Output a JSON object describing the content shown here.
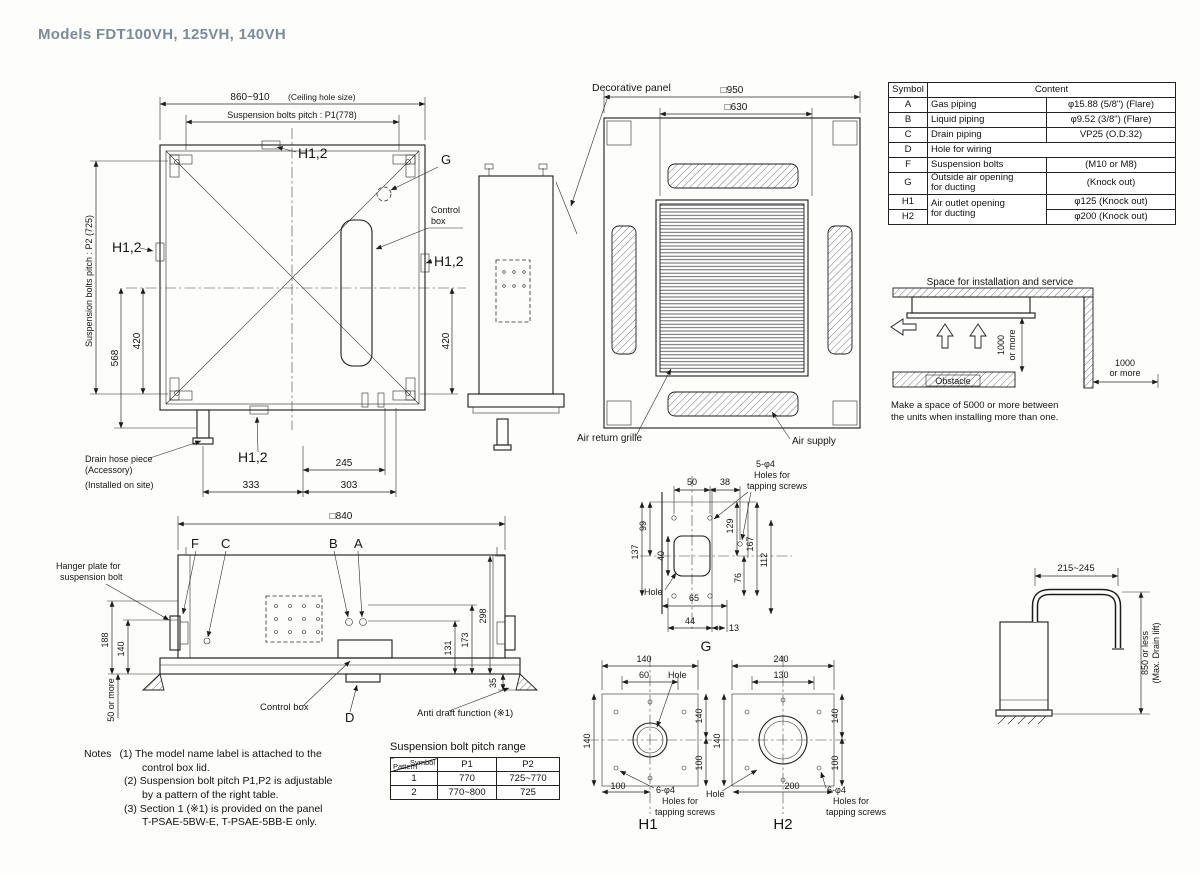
{
  "title": "Models  FDT100VH, 125VH, 140VH",
  "plan": {
    "dim_ceiling": "860~910",
    "dim_ceiling_note": "(Ceiling hole size)",
    "dim_p1": "Suspension bolts pitch : P1(778)",
    "dim_p2": "Suspension bolts pitch : P2 (725)",
    "h12_top": "H1,2",
    "h12_left": "H1,2",
    "h12_right": "H1,2",
    "h12_bottom": "H1,2",
    "g": "G",
    "control_1": "Control",
    "control_2": "box",
    "dim_420l": "420",
    "dim_568": "568",
    "dim_420r": "420",
    "drain_1": "Drain hose piece",
    "drain_2": "(Accessory)",
    "drain_3": "(Installed on site)",
    "dim_245": "245",
    "dim_333": "333",
    "dim_303": "303"
  },
  "side": {
    "decorative_panel": "Decorative panel"
  },
  "front": {
    "dim_950": "□950",
    "dim_630": "□630",
    "air_return": "Air return grille",
    "air_supply": "Air supply"
  },
  "symbol_table": {
    "h_symbol": "Symbol",
    "h_content": "Content",
    "rows": [
      {
        "s": "A",
        "n": "Gas piping",
        "v": "φ15.88 (5/8\") (Flare)"
      },
      {
        "s": "B",
        "n": "Liquid piping",
        "v": "φ9.52 (3/8\") (Flare)"
      },
      {
        "s": "C",
        "n": "Drain piping",
        "v": "VP25 (O.D.32)"
      },
      {
        "s": "D",
        "n": "Hole for wiring"
      },
      {
        "s": "F",
        "n": "Suspension bolts",
        "v": "(M10 or M8)"
      },
      {
        "s": "G",
        "n": "Outside air opening\nfor ducting",
        "v": "(Knock out)"
      },
      {
        "s": "H1",
        "n": "Air outlet opening\nfor ducting",
        "v": "φ125 (Knock out)"
      },
      {
        "s": "H2",
        "v": "φ200 (Knock out)"
      }
    ]
  },
  "service": {
    "title": "Space for installation and service",
    "v1000_a": "1000",
    "v1000_b": "or more",
    "r1000_a": "1000",
    "r1000_b": "or more",
    "obstacle": "Obstacle",
    "note_1": "Make a space of 5000 or more between",
    "note_2": "the units when installing more than one."
  },
  "section": {
    "dim_840": "□840",
    "f": "F",
    "c": "C",
    "b": "B",
    "a": "A",
    "hanger_1": "Hanger plate for",
    "hanger_2": "suspension bolt",
    "dim_188": "188",
    "dim_140": "140",
    "dim_298": "298",
    "dim_173": "173",
    "dim_131": "131",
    "dim_35": "35",
    "dim_50": "50 or more",
    "control_box": "Control box",
    "d": "D",
    "anti_draft": "Anti draft function (※1)"
  },
  "notes": {
    "heading": "Notes",
    "l1a": "(1) The model name label is attached to the",
    "l1b": "control box lid.",
    "l2a": "(2) Suspension bolt pitch P1,P2 is adjustable",
    "l2b": "by a pattern of the right table.",
    "l3a": "(3) Section 1 (※1) is provided on the panel",
    "l3b": "T-PSAE-5BW-E, T-PSAE-5BB-E only."
  },
  "pitch_table": {
    "title": "Suspension bolt pitch range",
    "h_symbol": "Symbol",
    "h_pattern": "Pattern",
    "h_p1": "P1",
    "h_p2": "P2",
    "rows": [
      {
        "pattern": "1",
        "p1": "770",
        "p2": "725~770"
      },
      {
        "pattern": "2",
        "p1": "770~800",
        "p2": "725"
      }
    ]
  },
  "detail_g": {
    "dim_50": "50",
    "dim_38": "38",
    "holes_1": "5-φ4",
    "holes_2": "Holes for",
    "holes_3": "tapping screws",
    "dim_99": "99",
    "dim_137": "137",
    "dim_40": "40",
    "dim_129": "129",
    "dim_167": "167",
    "dim_112": "112",
    "dim_76": "76",
    "hole": "Hole",
    "dim_65": "65",
    "dim_44": "44",
    "dim_13": "13",
    "label": "G"
  },
  "detail_h1": {
    "dim_140_top": "140",
    "dim_60": "60",
    "hole": "Hole",
    "dim_140_right": "140",
    "dim_100_right": "100",
    "dim_140_left": "140",
    "dim_100_bottom": "100",
    "holes_1": "6-φ4",
    "holes_2": "Holes for",
    "holes_3": "tapping screws",
    "label": "H1"
  },
  "detail_h2": {
    "dim_240": "240",
    "dim_130": "130",
    "dim_140_right": "140",
    "dim_100_right": "100",
    "dim_140_left": "140",
    "hole": "Hole",
    "dim_200": "200",
    "holes_1": "6-φ4",
    "holes_2": "Holes for",
    "holes_3": "tapping screws",
    "label": "H2"
  },
  "drain": {
    "dim_215": "215~245",
    "dim_850_a": "850 or less",
    "dim_850_b": "(Max. Drain lift)"
  }
}
